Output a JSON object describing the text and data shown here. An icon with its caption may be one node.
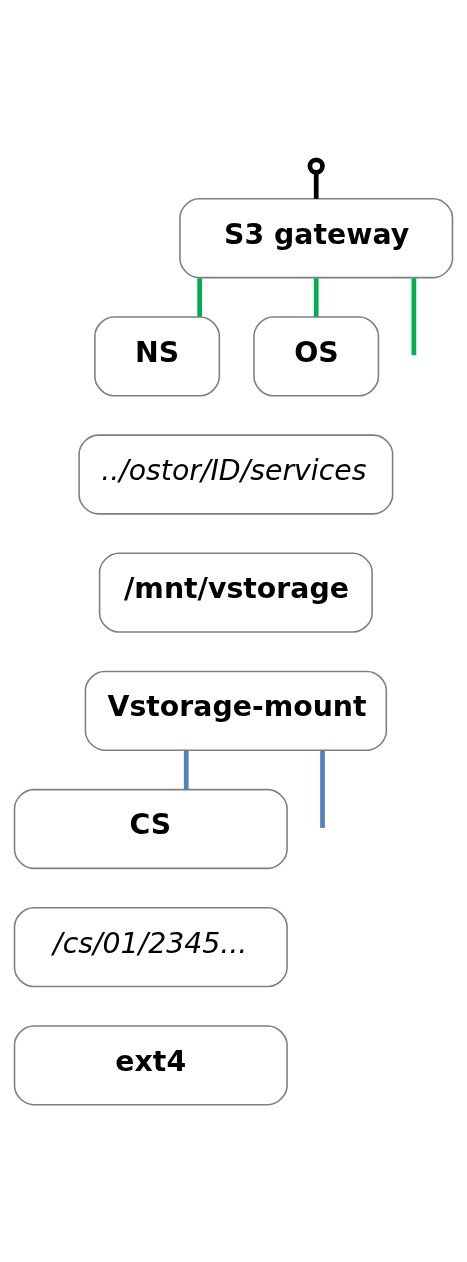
{
  "diagram": {
    "nodes": [
      {
        "text": [
          "S3 gateway"
        ]
      },
      {
        "text": [
          "NS"
        ]
      },
      {
        "text": [
          "OS"
        ]
      },
      {
        "text": [
          "../ostor/ID/services"
        ]
      },
      {
        "text": [
          "/mnt/vstorage"
        ]
      },
      {
        "text": [
          "Vstorage-mount"
        ]
      },
      {
        "text": [
          "CS"
        ]
      },
      {
        "text": [
          "/cs/01/2345..."
        ]
      },
      {
        "text": [
          "ext4"
        ]
      }
    ],
    "edges": [
      {
        "from": 0,
        "to": null,
        "arrow": "none",
        "color": "#00b050"
      },
      {
        "from": 0,
        "to": 1,
        "arrow": "none",
        "color": "#00b050"
      },
      {
        "from": 0,
        "to": 2,
        "arrow": "none",
        "color": "#00b050"
      },
      {
        "from": null,
        "to": 0,
        "arrow": "other",
        "color": "#000000"
      },
      {
        "from": 5,
        "to": 6,
        "arrow": "none",
        "color": "#4f81bd"
      },
      {
        "from": 5,
        "to": null,
        "arrow": "none",
        "color": "#4f81bd"
      }
    ]
  }
}
